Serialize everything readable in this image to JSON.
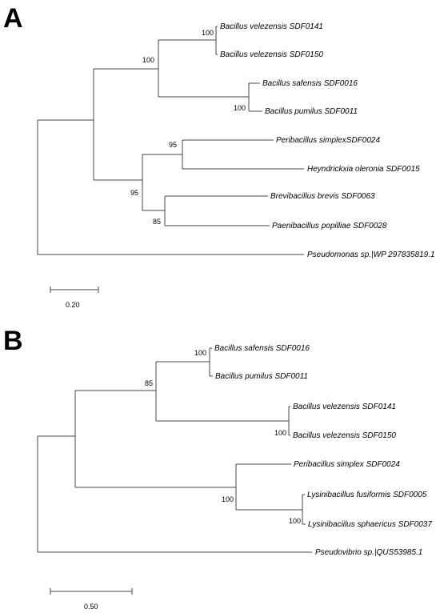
{
  "panels": [
    {
      "letter": "A",
      "taxa": [
        "Bacillus velezensis SDF0141",
        "Bacillus velezensis SDF0150",
        "Bacillus safensis SDF0016",
        "Bacillus pumilus SDF0011",
        "Peribacillus simplexSDF0024",
        "Heyndrickxia oleronia SDF0015",
        "Brevibacillus brevis SDF0063",
        "Paenibacillus popilliae SDF0028",
        "Pseudomonas sp.|WP 297835819.1"
      ],
      "bootstrap": [
        "100",
        "100",
        "100",
        "95",
        "95",
        "85"
      ],
      "scale_label": "0.20"
    },
    {
      "letter": "B",
      "taxa": [
        "Bacillus safensis SDF0016",
        "Bacillus pumilus SDF0011",
        "Bacillus velezensis SDF0141",
        "Bacillus velezensis SDF0150",
        "Peribacillus simplex SDF0024",
        "Lysinibacillus fusiformis SDF0005",
        "Lysinibaciilus sphaericus SDF0037",
        "Pseudovibrio sp.|QUS53985.1"
      ],
      "bootstrap": [
        "100",
        "85",
        "100",
        "100",
        "100"
      ],
      "scale_label": "0.50"
    }
  ]
}
